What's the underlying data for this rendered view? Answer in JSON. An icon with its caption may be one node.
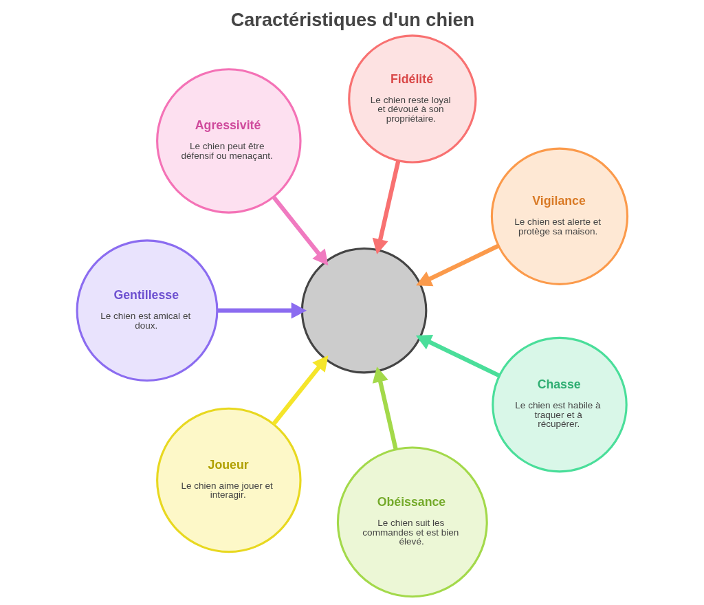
{
  "diagram": {
    "title": "Caractéristiques d'un chien",
    "nodes": [
      {
        "text": [
          "Fidélité",
          "Le chien reste loyal et dévoué à son propriétaire."
        ]
      },
      {
        "text": [
          "Agressivité",
          "Le chien peut être défensif ou menaçant."
        ]
      },
      {
        "text": [
          "Vigilance",
          "Le chien est alerte et protège sa maison."
        ]
      },
      {
        "text": [],
        "shape": "circle"
      },
      {
        "text": [
          "Gentillesse",
          "Le chien est amical et doux."
        ]
      },
      {
        "text": [
          "Chasse",
          "Le chien est habile à traquer et à récupérer."
        ]
      },
      {
        "text": [
          "Joueur",
          "Le chien aime jouer et interagir."
        ]
      },
      {
        "text": [
          "Obéissance",
          "Le chien suit les commandes et est bien élevé."
        ]
      }
    ],
    "edges": [
      {
        "from": 0,
        "to": 3,
        "arrow": "to",
        "color": "#f87171"
      },
      {
        "from": 1,
        "to": 3,
        "arrow": "to",
        "color": "#f07ac0"
      },
      {
        "from": 2,
        "to": 3,
        "arrow": "to",
        "color": "#fb9a4b"
      },
      {
        "from": 4,
        "to": 3,
        "arrow": "to",
        "color": "#8b6cf0"
      },
      {
        "from": 5,
        "to": 3,
        "arrow": "to",
        "color": "#4ade9a"
      },
      {
        "from": 6,
        "to": 3,
        "arrow": "to",
        "color": "#f5e52a"
      },
      {
        "from": 7,
        "to": 3,
        "arrow": "to",
        "color": "#a3d94a"
      }
    ]
  }
}
